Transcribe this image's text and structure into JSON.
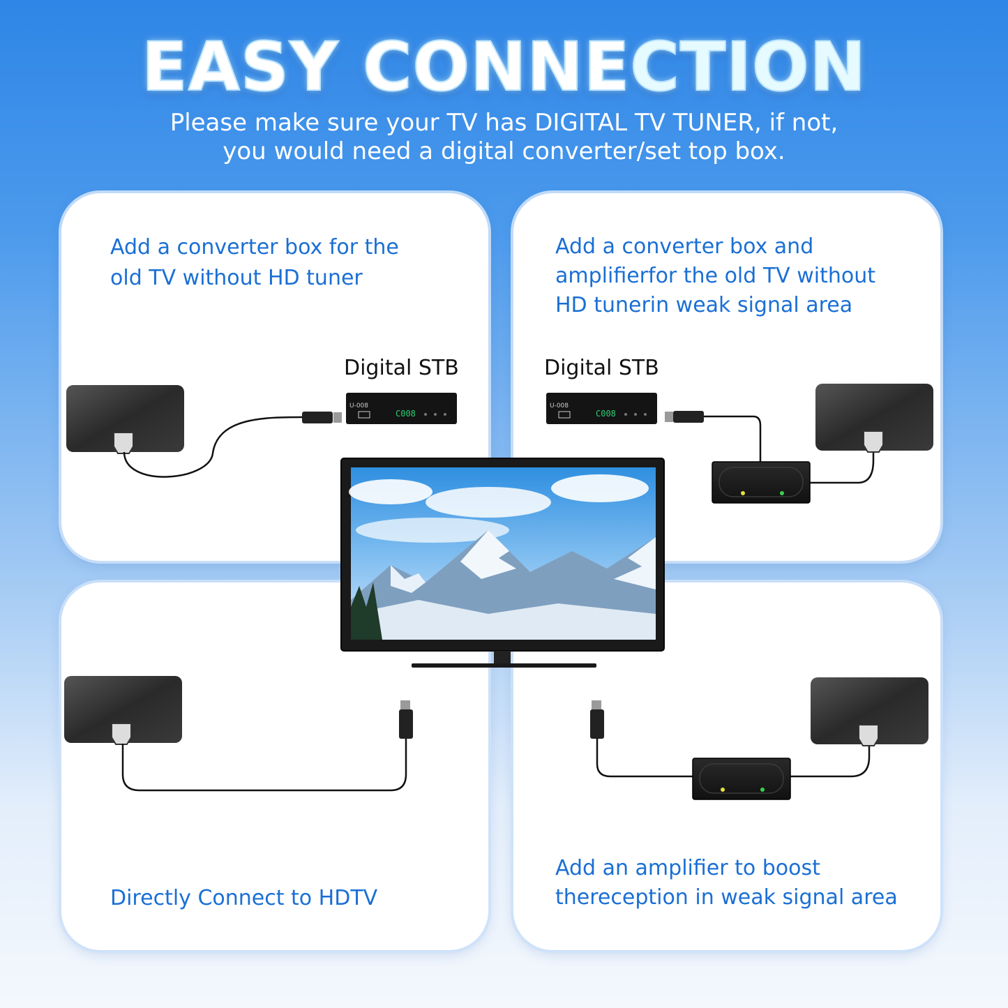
{
  "header": {
    "title_part1": "EASY CONNE",
    "title_part2": "CTION",
    "subtitle_line1": "Please make sure your TV has DIGITAL TV TUNER, if not,",
    "subtitle_line2": "you would need a digital converter/set top box."
  },
  "cards": {
    "top_left": {
      "text": "Add a converter box for the\nold TV without HD tuner",
      "stb_label": "Digital STB"
    },
    "top_right": {
      "text": "Add a converter box and\namplifierfor the old TV without\nHD tunerin weak signal area",
      "stb_label": "Digital STB"
    },
    "bottom_left": {
      "text": "Directly Connect to HDTV"
    },
    "bottom_right": {
      "text": "Add an amplifier to boost\nthereception in weak signal area"
    }
  },
  "devices": {
    "stb_model": "U-008",
    "stb_display": "C008"
  },
  "colors": {
    "accent_text": "#1a6fd4",
    "led_yellow": "#e8e23a",
    "led_green": "#3ad14b"
  }
}
